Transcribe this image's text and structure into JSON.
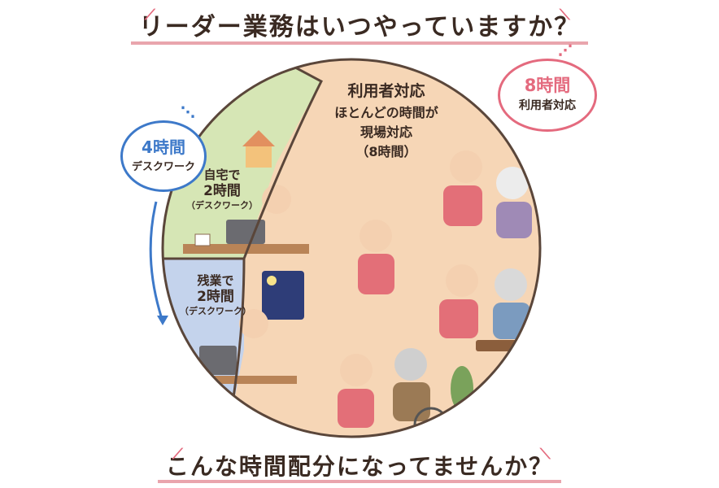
{
  "title": "リーダー業務はいつやっていますか？",
  "footer": "こんな時間配分になってませんか？",
  "segments": [
    {
      "name": "home",
      "lines": [
        "自宅で",
        "2時間",
        "（デスクワーク）"
      ],
      "color": "#d6e6b5"
    },
    {
      "name": "overtime",
      "lines": [
        "残業で",
        "2時間",
        "（デスクワーク）"
      ],
      "color": "#c4d3ec"
    },
    {
      "name": "care",
      "lines": [
        "利用者対応",
        "ほとんどの時間が",
        "現場対応",
        "（8時間）"
      ],
      "color": "#f6d6b6"
    }
  ],
  "bubble_left": {
    "hours": "4時間",
    "label": "デスクワーク",
    "color": "#3d79c9"
  },
  "bubble_right": {
    "hours": "8時間",
    "label": "利用者対応",
    "color": "#e46a7e"
  }
}
